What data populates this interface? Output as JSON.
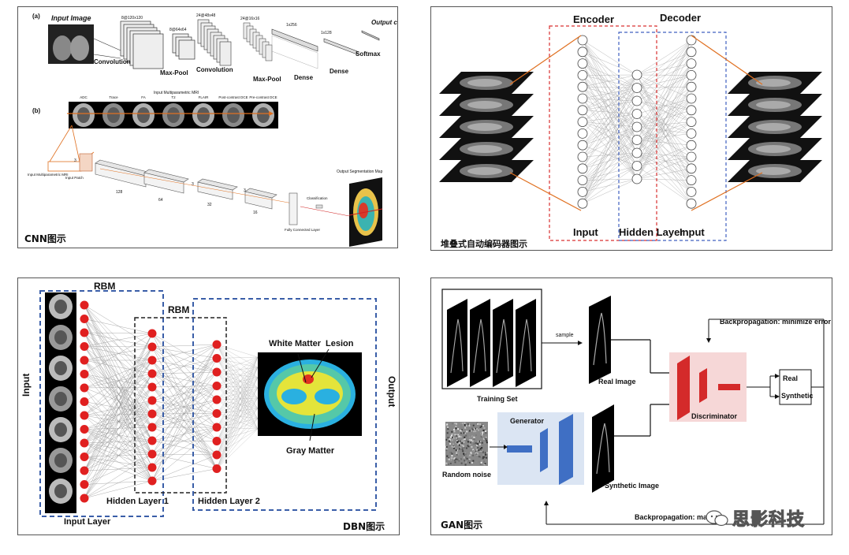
{
  "cnn": {
    "caption": "CNN图示",
    "label_a": "(a)",
    "label_b": "(b)",
    "input_image": "Input Image",
    "conv1_dims": "8@120x120",
    "maxpool1_dims": "8@64x64",
    "conv2_dims": "24@48x48",
    "maxpool2_dims": "24@16x16",
    "dense1_dims": "1x256",
    "dense2_dims": "1x128",
    "convolution": "Convolution",
    "max_pool": "Max-Pool",
    "dense": "Dense",
    "softmax": "Softmax",
    "output_class": "Output class",
    "mri_title": "Input Multiparametric MRI",
    "mri_labels": [
      "ADC",
      "Trace",
      "FA",
      "T2",
      "FLAIR",
      "Post-contrast DCE",
      "Pre-contrast DCE"
    ],
    "input_mri": "Input Multiparametric MRI",
    "input_patch": "Input Patch",
    "block_sizes": [
      "128",
      "64",
      "32",
      "16"
    ],
    "kernel": "3",
    "fully_connected": "Fully Connected Layer",
    "classification": "Classification",
    "output_map": "Output Segmentation Map"
  },
  "sae": {
    "caption": "堆叠式自动编码器图示",
    "encoder": "Encoder",
    "decoder": "Decoder",
    "input_left": "Input",
    "hidden": "Hidden Layer",
    "input_right": "Input"
  },
  "dbn": {
    "caption": "DBN图示",
    "rbm1": "RBM",
    "rbm2": "RBM",
    "input_side": "Input",
    "output_side": "Output",
    "input_layer": "Input Layer",
    "hidden1": "Hidden Layer 1",
    "hidden2": "Hidden Layer 2",
    "white_matter": "White Matter",
    "lesion": "Lesion",
    "gray_matter": "Gray Matter"
  },
  "gan": {
    "caption": "GAN图示",
    "training_set": "Training Set",
    "sample": "sample",
    "real_image": "Real Image",
    "backprop_top": "Backpropagation: minimize  error",
    "backprop_bottom": "Backpropagation: maxim",
    "generator": "Generator",
    "random_noise": "Random noise",
    "synthetic_image": "Synthetic Image",
    "discriminator": "Discriminator",
    "real": "Real",
    "synthetic": "Synthetic"
  },
  "watermark": "思影科技",
  "colors": {
    "node_red": "#e02020",
    "encoder_box": "#d93030",
    "decoder_box": "#4060c0",
    "rbm_box": "#3a5ea8",
    "gen_blue": "#3f6fc4",
    "disc_red": "#d42a2a",
    "orange": "#e07020"
  }
}
